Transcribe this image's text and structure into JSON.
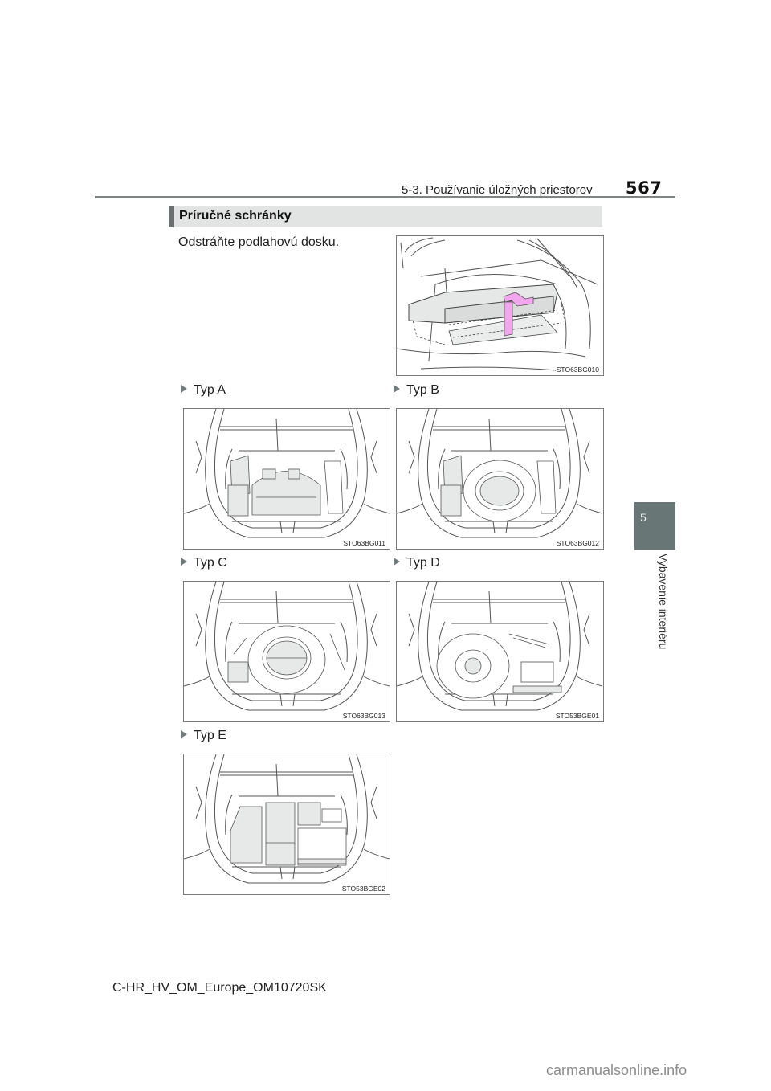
{
  "header": {
    "section_path": "5-3. Používanie úložných priestorov",
    "page_number": "567"
  },
  "section": {
    "title": "Príručné schránky",
    "instruction": "Odstráňte podlahovú dosku."
  },
  "chapter_tab": {
    "number": "5",
    "label": "Vybavenie interiéru"
  },
  "figures": {
    "main": {
      "code": "STO63BG010"
    },
    "types": [
      {
        "label": "Typ A",
        "code": "STO63BG011"
      },
      {
        "label": "Typ B",
        "code": "STO63BG012"
      },
      {
        "label": "Typ C",
        "code": "STO63BG013"
      },
      {
        "label": "Typ D",
        "code": "STO53BGE01"
      },
      {
        "label": "Typ E",
        "code": "STO53BGE02"
      }
    ]
  },
  "colors": {
    "accent_gray": "#6a706f",
    "section_bg": "#e2e4e3",
    "chapter_tab": "#687675",
    "arrow_pink": "#f2a6ee"
  },
  "footer": {
    "document_code": "C-HR_HV_OM_Europe_OM10720SK",
    "watermark": "carmanualsonline.info"
  }
}
